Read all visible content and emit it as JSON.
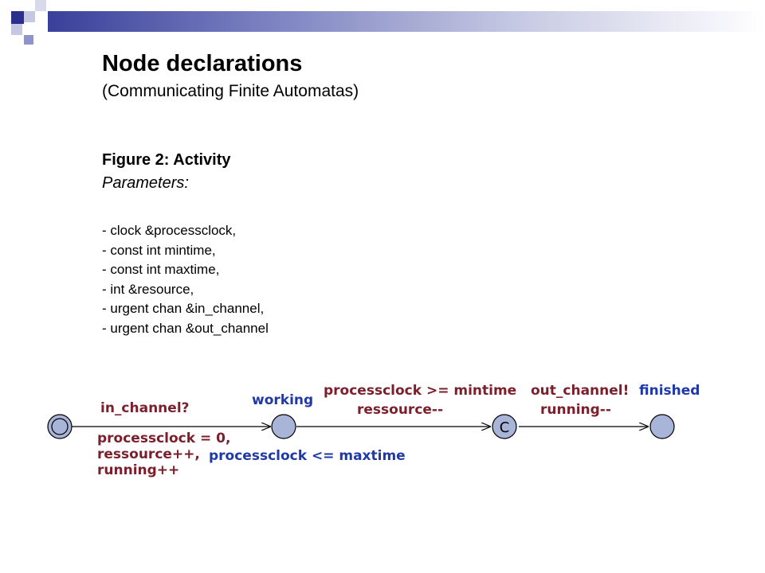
{
  "header": {
    "title": "Node declarations",
    "subtitle": "(Communicating Finite Automatas)"
  },
  "figure": {
    "title": "Figure 2: Activity",
    "params_label": "Parameters:",
    "params": [
      "- clock &processclock,",
      "- const int mintime,",
      "- const int maxtime,",
      "- int &resource,",
      "- urgent chan &in_channel,",
      "- urgent chan &out_channel"
    ]
  },
  "automaton": {
    "states": {
      "working": "working",
      "committed": "C",
      "finished": "finished"
    },
    "edge1": {
      "sync": "in_channel?",
      "updates": [
        "processclock = 0,",
        "ressource++,",
        "running++"
      ]
    },
    "invariant": "processclock <= maxtime",
    "edge2": {
      "guard": "processclock >= mintime",
      "update": "ressource--"
    },
    "edge3": {
      "sync": "out_channel!",
      "update": "running--"
    }
  },
  "colors": {
    "state_fill": "#a8b4d8",
    "label_sync": "#7a1f2b",
    "label_state": "#1f3aa8"
  }
}
